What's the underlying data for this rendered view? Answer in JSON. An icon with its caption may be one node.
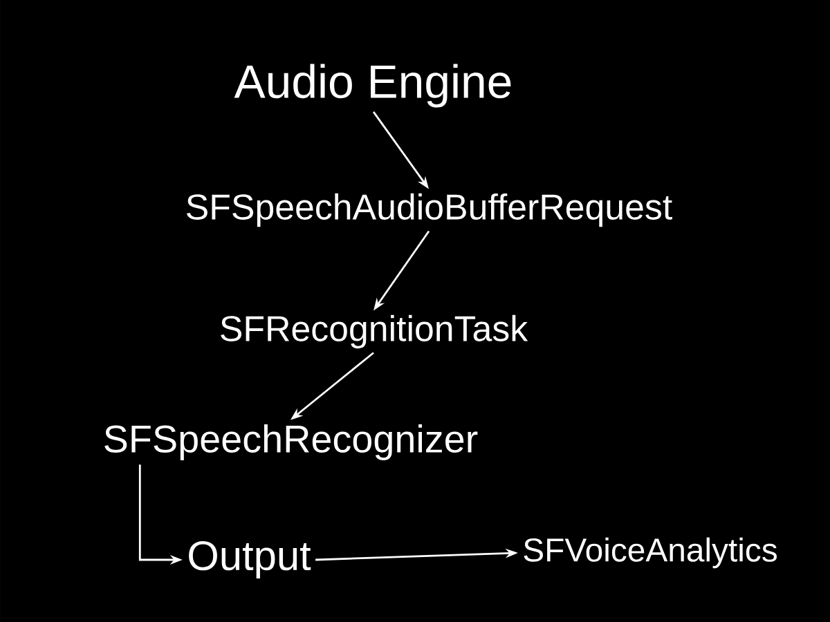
{
  "diagram": {
    "nodes": [
      {
        "text": [
          "Audio Engine"
        ]
      },
      {
        "text": [
          "SFSpeechAudioBufferRequest"
        ]
      },
      {
        "text": [
          "SFRecognitionTask"
        ]
      },
      {
        "text": [
          "SFSpeechRecognizer"
        ]
      },
      {
        "text": [
          "Output"
        ]
      },
      {
        "text": [
          "SFVoiceAnalytics"
        ]
      }
    ],
    "edges": [
      {
        "from": 0,
        "to": 1,
        "arrow": "to"
      },
      {
        "from": 1,
        "to": 2,
        "arrow": "to"
      },
      {
        "from": 2,
        "to": 3,
        "arrow": "to"
      },
      {
        "from": 3,
        "to": 4,
        "arrow": "to"
      },
      {
        "from": 4,
        "to": 5,
        "arrow": "to"
      }
    ]
  }
}
